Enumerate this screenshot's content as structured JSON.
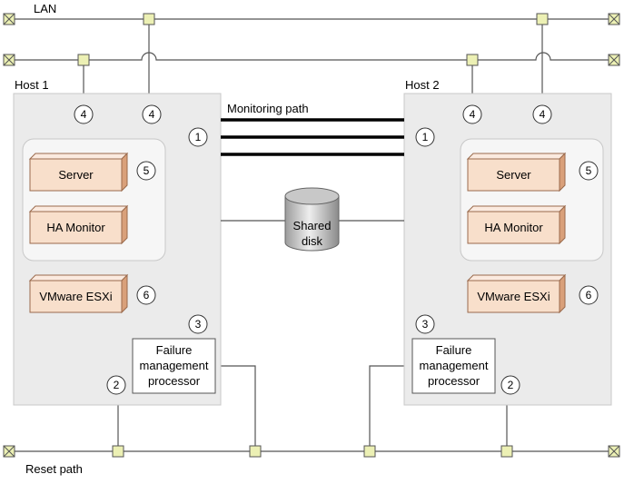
{
  "labels": {
    "lan": "LAN",
    "host1": "Host 1",
    "host2": "Host 2",
    "monitoring_path": "Monitoring path",
    "reset_path": "Reset path",
    "shared_disk_line1": "Shared",
    "shared_disk_line2": "disk"
  },
  "host1": {
    "server": "Server",
    "ha_monitor": "HA Monitor",
    "vmware": "VMware ESXi",
    "fmp_line1": "Failure",
    "fmp_line2": "management",
    "fmp_line3": "processor"
  },
  "host2": {
    "server": "Server",
    "ha_monitor": "HA Monitor",
    "vmware": "VMware ESXi",
    "fmp_line1": "Failure",
    "fmp_line2": "management",
    "fmp_line3": "processor"
  },
  "callouts": {
    "failure_mgmt_port": "2",
    "failure_mgmt_proc": "3",
    "lan_port": "4",
    "monitor_port": "1",
    "server_app": "5",
    "hypervisor": "6"
  },
  "colors": {
    "host_fill": "#ebebeb",
    "host_stroke": "#c8c8c8",
    "component_front": "#f8dfcb",
    "component_top": "#fbeadf",
    "component_side": "#d9a07a",
    "connector_fill": "#ecf0b4",
    "disk_body": "#c0c0c0"
  }
}
